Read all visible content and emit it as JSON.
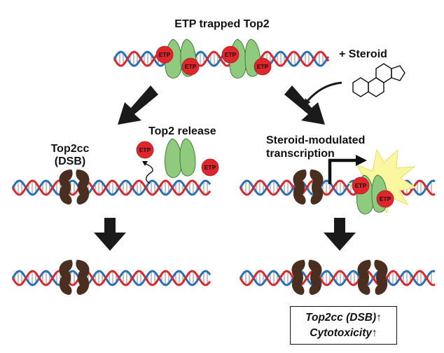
{
  "title": "ETP trapped Top2",
  "steroid_label": "+ Steroid",
  "top2_release_label": "Top2 release",
  "top2cc_label_line1": "Top2cc",
  "top2cc_label_line2": "(DSB)",
  "steroid_mod_line1": "Steroid-modulated",
  "steroid_mod_line2": "transcription",
  "etp_label": "ETP",
  "result_line1": "Top2cc (DSB)↑",
  "result_line2": "Cytotoxicity↑",
  "colors": {
    "dna_red": "#d7282f",
    "dna_blue": "#2a6fb5",
    "top2_green": "#8fca7f",
    "top2_outline": "#3f7d3a",
    "top2cc_brown": "#4a2f20",
    "etp_red": "#e0262c",
    "arrow": "#1a1a1a",
    "burst": "#fbf6a0"
  }
}
